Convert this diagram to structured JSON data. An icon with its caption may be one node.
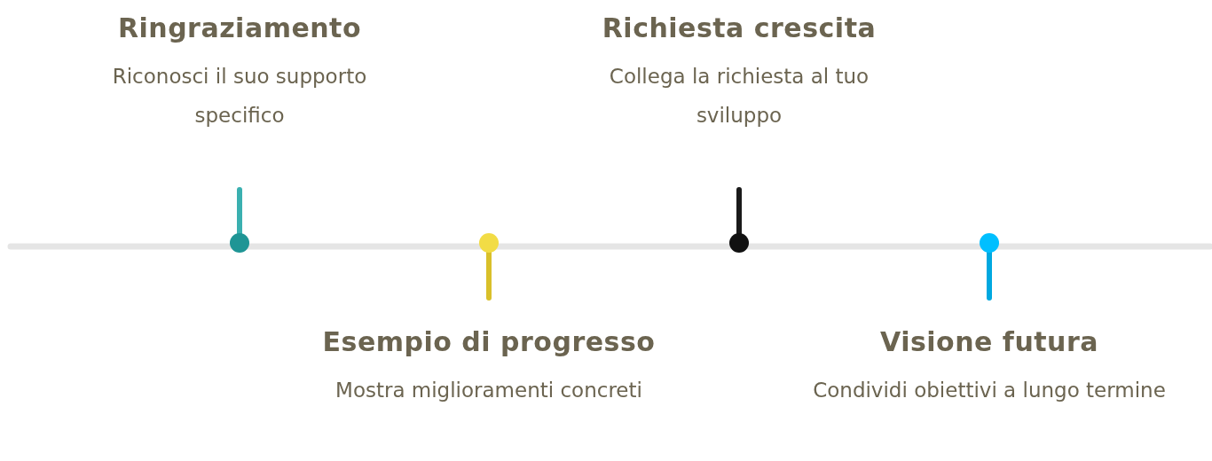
{
  "diagram": {
    "nodes": [
      {
        "text": [
          "Ringraziamento",
          "Riconosci il suo supporto specifico"
        ]
      },
      {
        "text": [
          "Esempio di progresso",
          "Mostra miglioramenti concreti"
        ]
      },
      {
        "text": [
          "Richiesta crescita",
          "Collega la richiesta al tuo sviluppo"
        ]
      },
      {
        "text": [
          "Visione futura",
          "Condividi obiettivi a lungo termine"
        ]
      }
    ]
  }
}
